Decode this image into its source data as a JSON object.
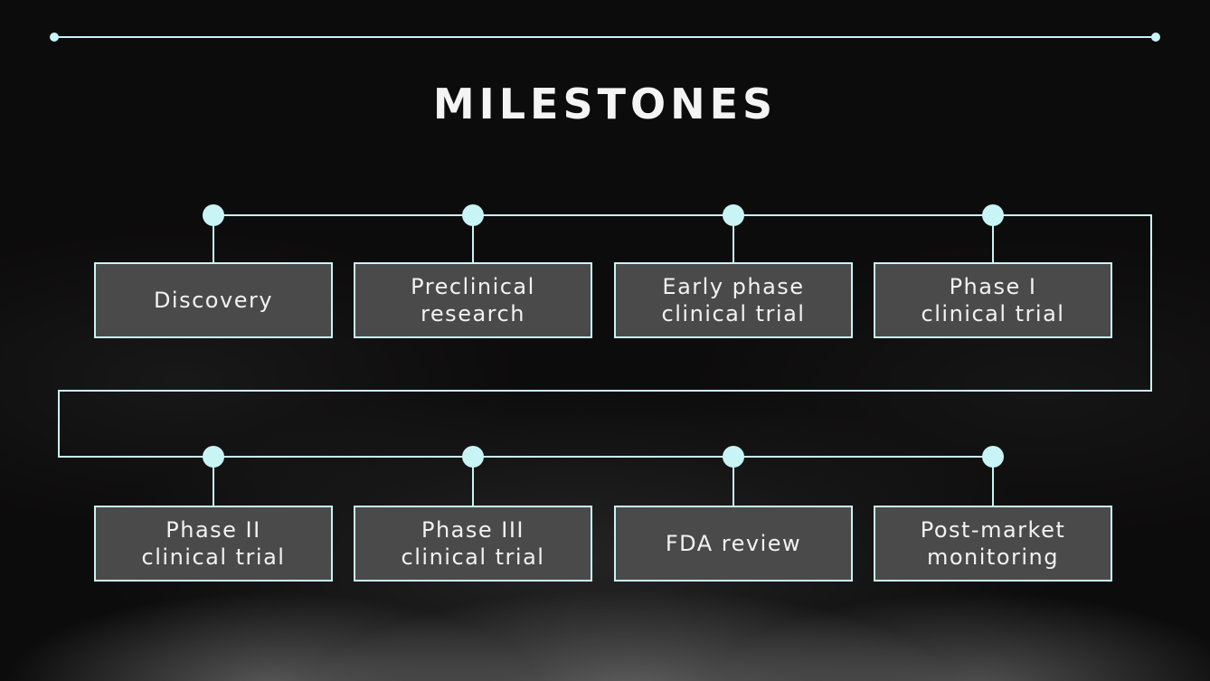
{
  "title": "MILESTONES",
  "colors": {
    "accent": "#c9f4f6",
    "box_fill": "#4a4a4a",
    "background": "#0d0c0c",
    "text": "#f2f2f2"
  },
  "milestones": {
    "row1": [
      {
        "label": "Discovery"
      },
      {
        "label": "Preclinical\nresearch"
      },
      {
        "label": "Early phase\nclinical trial"
      },
      {
        "label": "Phase I\nclinical trial"
      }
    ],
    "row2": [
      {
        "label": "Phase II\nclinical trial"
      },
      {
        "label": "Phase III\nclinical trial"
      },
      {
        "label": "FDA review"
      },
      {
        "label": "Post-market\nmonitoring"
      }
    ]
  }
}
